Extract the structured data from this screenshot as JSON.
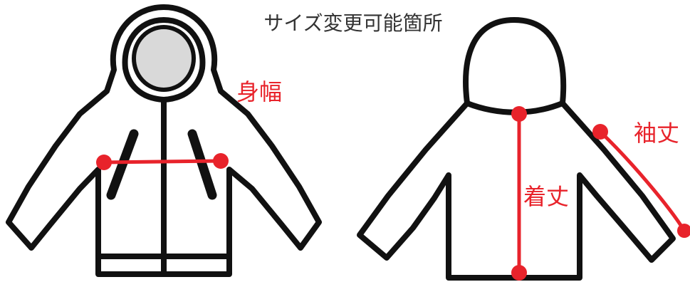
{
  "title": "サイズ変更可能箇所",
  "labels": {
    "body_width": "身幅",
    "length": "着丈",
    "sleeve": "袖丈"
  },
  "colors": {
    "outline": "#111111",
    "measure": "#e8232b",
    "hood_fill": "#d9d9d9",
    "background": "#ffffff"
  }
}
